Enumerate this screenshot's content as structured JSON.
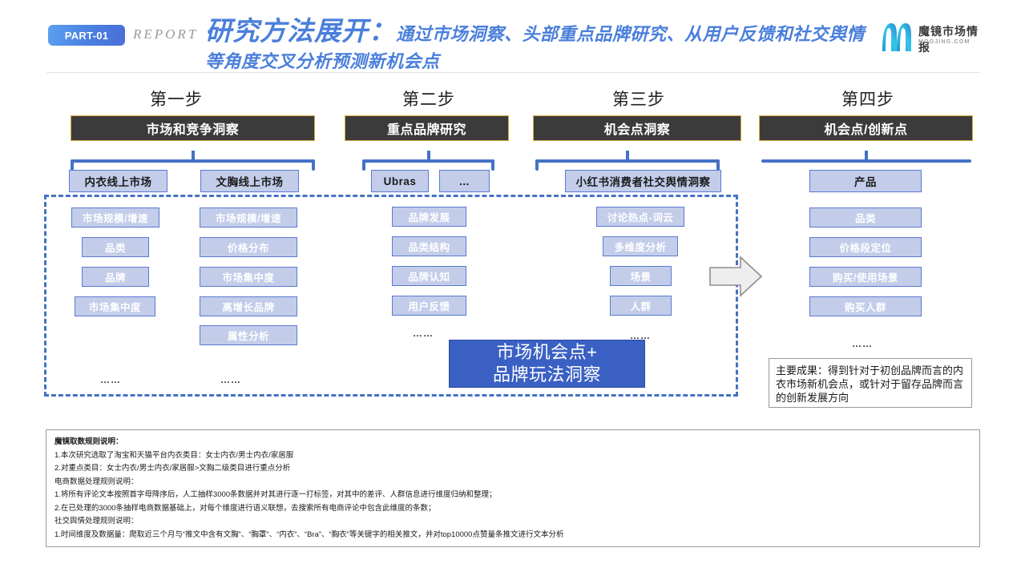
{
  "header": {
    "part_badge": "PART-01",
    "report_word": "REPORT",
    "title_main": "研究方法展开：",
    "title_sub": "通过市场洞察、头部重点品牌研究、从用户反馈和社交舆情等角度交叉分析预测新机会点",
    "logo_cn": "魔镜市场情报",
    "logo_en": "MOOJING.COM",
    "accent_blue": "#4a7fdb",
    "badge_gradient_from": "#5aa0ef",
    "badge_gradient_to": "#4a6fd8"
  },
  "steps": [
    {
      "label": "第一步",
      "bar": "市场和竞争洞察"
    },
    {
      "label": "第二步",
      "bar": "重点品牌研究"
    },
    {
      "label": "第三步",
      "bar": "机会点洞察"
    },
    {
      "label": "第四步",
      "bar": "机会点/创新点"
    }
  ],
  "subheads": {
    "s1a": "内衣线上市场",
    "s1b": "文胸线上市场",
    "s2a": "Ubras",
    "s2b": "...",
    "s3a": "小红书消费者社交舆情洞察",
    "s4a": "产品"
  },
  "columns": {
    "col1": [
      "市场规模/增速",
      "品类",
      "品牌",
      "市场集中度"
    ],
    "col2": [
      "市场规模/增速",
      "价格分布",
      "市场集中度",
      "高增长品牌",
      "属性分析"
    ],
    "col3": [
      "品牌发展",
      "品类结构",
      "品牌认知",
      "用户反馈"
    ],
    "col4": [
      "讨论热点-词云",
      "多维度分析",
      "场景",
      "人群"
    ],
    "col5": [
      "品类",
      "价格段定位",
      "购买/使用场景",
      "购买人群"
    ]
  },
  "ellipsis": "……",
  "callout": {
    "line1": "市场机会点+",
    "line2": "品牌玩法洞察",
    "color": "#3a60c4"
  },
  "result_box": {
    "text": "主要成果：得到针对于初创品牌而言的内衣市场新机会点，或针对于留存品牌而言的创新发展方向"
  },
  "footnote": {
    "lines": [
      {
        "text": "魔镜取数规则说明：",
        "bold": true
      },
      {
        "text": "1.本次研究选取了淘宝和天猫平台内衣类目：女士内衣/男士内衣/家居服",
        "bold": false
      },
      {
        "text": "2.对重点类目：女士内衣/男士内衣/家居服>文胸二级类目进行重点分析",
        "bold": false
      },
      {
        "text": "电商数据处理规则说明：",
        "bold": false
      },
      {
        "text": "1.将所有评论文本按照首字母降序后，人工抽样3000条数据并对其进行逐一打标签，对其中的差评、人群信息进行维度归纳和整理；",
        "bold": false
      },
      {
        "text": "2.在已处理的3000条抽样电商数据基础上，对每个维度进行语义联想，去搜索所有电商评论中包含此维度的条数；",
        "bold": false
      },
      {
        "text": "社交舆情处理规则说明：",
        "bold": false
      },
      {
        "text": "1.时间维度及数据量：爬取近三个月与“推文中含有文胸”、“胸罩”、“内衣”、“Bra”、“胸衣”等关键字的相关推文，并对top10000点赞量条推文进行文本分析",
        "bold": false
      }
    ]
  }
}
